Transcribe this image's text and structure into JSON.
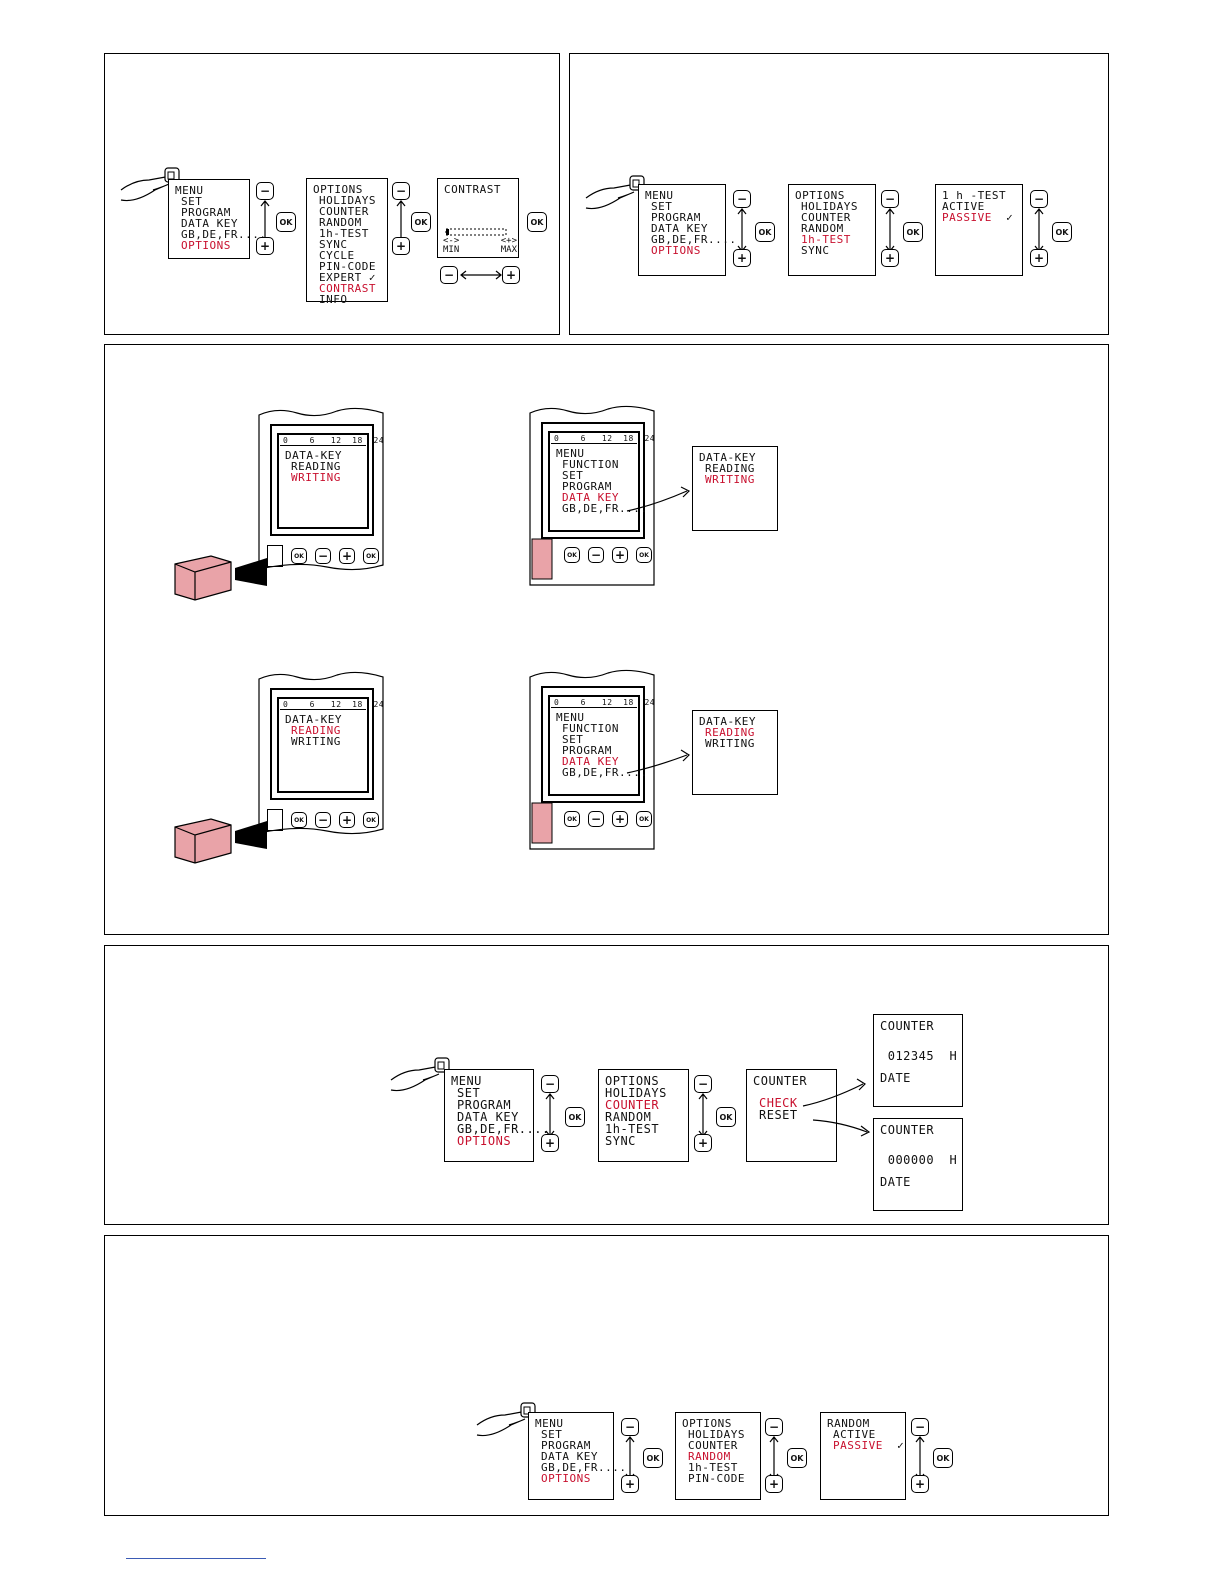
{
  "icons": [
    "hand-press-icon",
    "minus-icon",
    "plus-icon",
    "ok-icon",
    "scroll-arrow-icon",
    "check-icon",
    "data-key-icon",
    "curved-arrow-icon"
  ],
  "colors": {
    "highlight": "#c8102e",
    "data_key_body": "#e9a3a8"
  },
  "buttons": {
    "minus": "−",
    "plus": "+",
    "ok": "OK"
  },
  "panel1": {
    "menu": {
      "title": "MENU",
      "items": [
        "SET",
        "PROGRAM",
        "DATA KEY",
        "GB,DE,FR...."
      ],
      "selected": "OPTIONS"
    },
    "options": {
      "title": "OPTIONS",
      "items": [
        "HOLIDAYS",
        "COUNTER",
        "RANDOM",
        "1h-TEST",
        "SYNC",
        "CYCLE",
        "PIN-CODE",
        "EXPERT"
      ],
      "selected": "CONTRAST",
      "last": "INFO",
      "check": "✓"
    },
    "contrast": {
      "title": "CONTRAST",
      "left": "<->",
      "right": "<+>",
      "min": "MIN",
      "max": "MAX",
      "level": 0.05
    }
  },
  "panel2": {
    "menu": {
      "title": "MENU",
      "items": [
        "SET",
        "PROGRAM",
        "DATA KEY",
        "GB,DE,FR...."
      ],
      "selected": "OPTIONS"
    },
    "options": {
      "title": "OPTIONS",
      "items": [
        "HOLIDAYS",
        "COUNTER",
        "RANDOM"
      ],
      "selected": "1h-TEST",
      "last": "SYNC"
    },
    "test": {
      "title": "1 h -TEST",
      "active": "ACTIVE",
      "selected": "PASSIVE",
      "check": "✓"
    }
  },
  "panel3": {
    "timescale": [
      "0",
      "6",
      "12",
      "18",
      "24"
    ],
    "write_device": {
      "title": "DATA-KEY",
      "reading": "READING",
      "writing": "WRITING"
    },
    "menu_device": {
      "title": "MENU",
      "items": [
        "FUNCTION",
        "SET",
        "PROGRAM"
      ],
      "selected": "DATA KEY",
      "last": "GB,DE,FR...."
    },
    "popup": {
      "title": "DATA-KEY",
      "reading": "READING",
      "writing": "WRITING"
    }
  },
  "panel4": {
    "menu": {
      "title": "MENU",
      "items": [
        "SET",
        "PROGRAM",
        "DATA KEY",
        "GB,DE,FR...."
      ],
      "selected": "OPTIONS"
    },
    "options": {
      "title": "OPTIONS",
      "items": [
        "HOLIDAYS"
      ],
      "selected": "COUNTER",
      "rest": [
        "RANDOM",
        "1h-TEST",
        "SYNC"
      ]
    },
    "counter": {
      "title": "COUNTER",
      "selected": "CHECK",
      "reset": "RESET"
    },
    "check_result": {
      "title": "COUNTER",
      "value": "012345",
      "unit": "H",
      "date": "DATE"
    },
    "reset_result": {
      "title": "COUNTER",
      "value": "000000",
      "unit": "H",
      "date": "DATE"
    }
  },
  "panel5": {
    "menu": {
      "title": "MENU",
      "items": [
        "SET",
        "PROGRAM",
        "DATA KEY",
        "GB,DE,FR...."
      ],
      "selected": "OPTIONS"
    },
    "options": {
      "title": "OPTIONS",
      "items": [
        "HOLIDAYS",
        "COUNTER"
      ],
      "selected": "RANDOM",
      "rest": [
        "1h-TEST",
        "PIN-CODE"
      ]
    },
    "random": {
      "title": "RANDOM",
      "active": "ACTIVE",
      "selected": "PASSIVE",
      "check": "✓"
    }
  }
}
